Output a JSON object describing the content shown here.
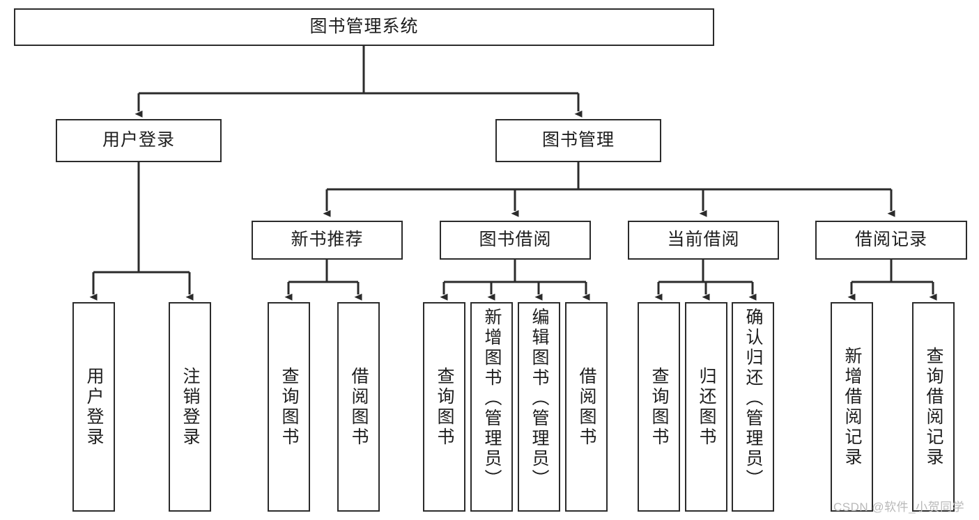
{
  "diagram": {
    "title": "图书管理系统",
    "type": "tree",
    "watermark": "CSDN @软件_小贺同学",
    "colors": {
      "border": "#2b2b2b",
      "fill": "#ffffff",
      "line": "#2b2b2b",
      "text": "#1d1d1d",
      "watermark": "#b9b9b9"
    },
    "levels": {
      "root": "图书管理系统",
      "level2": [
        "用户登录",
        "图书管理"
      ],
      "level3": [
        "新书推荐",
        "图书借阅",
        "当前借阅",
        "借阅记录"
      ]
    },
    "nodes": {
      "root": {
        "label": "图书管理系统"
      },
      "user_login": {
        "label": "用户登录"
      },
      "book_manage": {
        "label": "图书管理"
      },
      "new_book_rec": {
        "label": "新书推荐"
      },
      "book_borrow": {
        "label": "图书借阅"
      },
      "current_borrow": {
        "label": "当前借阅"
      },
      "borrow_record": {
        "label": "借阅记录"
      },
      "leaf_user_login": {
        "label": "用户登录"
      },
      "leaf_logout": {
        "label": "注销登录"
      },
      "leaf_query_book_1": {
        "label": "查询图书"
      },
      "leaf_borrow_book_1": {
        "label": "借阅图书"
      },
      "leaf_query_book_2": {
        "label": "查询图书"
      },
      "leaf_add_book": {
        "label": "新增图书（管理员）"
      },
      "leaf_edit_book": {
        "label": "编辑图书（管理员）"
      },
      "leaf_borrow_book_2": {
        "label": "借阅图书"
      },
      "leaf_query_book_3": {
        "label": "查询图书"
      },
      "leaf_return_book": {
        "label": "归还图书"
      },
      "leaf_confirm_return": {
        "label": "确认归还（管理员）"
      },
      "leaf_add_record": {
        "label": "新增借阅记录"
      },
      "leaf_query_record": {
        "label": "查询借阅记录"
      }
    },
    "edges": [
      {
        "from": "root",
        "to": "user_login"
      },
      {
        "from": "root",
        "to": "book_manage"
      },
      {
        "from": "user_login",
        "to": "leaf_user_login"
      },
      {
        "from": "user_login",
        "to": "leaf_logout"
      },
      {
        "from": "book_manage",
        "to": "new_book_rec"
      },
      {
        "from": "book_manage",
        "to": "book_borrow"
      },
      {
        "from": "book_manage",
        "to": "current_borrow"
      },
      {
        "from": "book_manage",
        "to": "borrow_record"
      },
      {
        "from": "new_book_rec",
        "to": "leaf_query_book_1"
      },
      {
        "from": "new_book_rec",
        "to": "leaf_borrow_book_1"
      },
      {
        "from": "book_borrow",
        "to": "leaf_query_book_2"
      },
      {
        "from": "book_borrow",
        "to": "leaf_add_book"
      },
      {
        "from": "book_borrow",
        "to": "leaf_edit_book"
      },
      {
        "from": "book_borrow",
        "to": "leaf_borrow_book_2"
      },
      {
        "from": "current_borrow",
        "to": "leaf_query_book_3"
      },
      {
        "from": "current_borrow",
        "to": "leaf_return_book"
      },
      {
        "from": "current_borrow",
        "to": "leaf_confirm_return"
      },
      {
        "from": "borrow_record",
        "to": "leaf_add_record"
      },
      {
        "from": "borrow_record",
        "to": "leaf_query_record"
      }
    ]
  }
}
